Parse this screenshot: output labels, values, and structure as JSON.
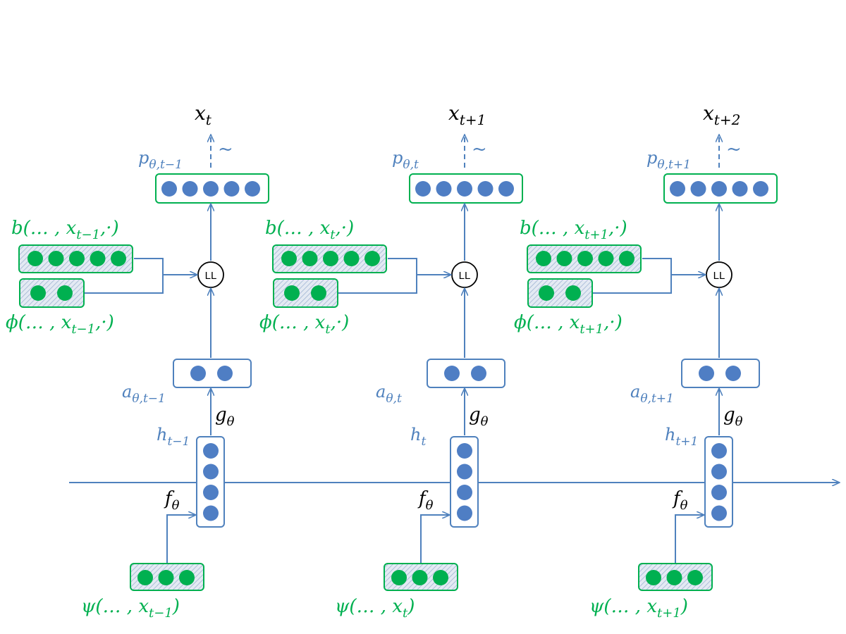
{
  "colors": {
    "blue": "#4f81bd",
    "blue_node": "#4f7ec4",
    "green": "#00b050",
    "green_node": "#00b050",
    "hatch_bg": "#d9e3f0",
    "black": "#000000"
  },
  "ll_label": "LL",
  "steps": [
    {
      "output": {
        "base": "x",
        "sub": "t"
      },
      "prob": {
        "base": "p",
        "sub": "θ,t−1"
      },
      "b_label": {
        "pre": "b(… , x",
        "sub": "t−1",
        "post": ",·)"
      },
      "phi_label": {
        "pre": "ϕ(… , x",
        "sub": "t−1",
        "post": ",·)"
      },
      "a_label": {
        "base": "a",
        "sub": "θ,t−1"
      },
      "h_label": {
        "base": "h",
        "sub": "t−1"
      },
      "psi_label": {
        "pre": "ψ(… , x",
        "sub": "t−1",
        "post": ")"
      },
      "f_label": {
        "base": "f",
        "sub": "θ"
      },
      "g_label": {
        "base": "g",
        "sub": "θ"
      },
      "tilde": "~"
    },
    {
      "output": {
        "base": "x",
        "sub": "t+1"
      },
      "prob": {
        "base": "p",
        "sub": "θ,t"
      },
      "b_label": {
        "pre": "b(… , x",
        "sub": "t",
        "post": ",·)"
      },
      "phi_label": {
        "pre": "ϕ(… , x",
        "sub": "t",
        "post": ",·)"
      },
      "a_label": {
        "base": "a",
        "sub": "θ,t"
      },
      "h_label": {
        "base": "h",
        "sub": "t"
      },
      "psi_label": {
        "pre": "ψ(… , x",
        "sub": "t",
        "post": ")"
      },
      "f_label": {
        "base": "f",
        "sub": "θ"
      },
      "g_label": {
        "base": "g",
        "sub": "θ"
      },
      "tilde": "~"
    },
    {
      "output": {
        "base": "x",
        "sub": "t+2"
      },
      "prob": {
        "base": "p",
        "sub": "θ,t+1"
      },
      "b_label": {
        "pre": "b(… , x",
        "sub": "t+1",
        "post": ",·)"
      },
      "phi_label": {
        "pre": "ϕ(… , x",
        "sub": "t+1",
        "post": ",·)"
      },
      "a_label": {
        "base": "a",
        "sub": "θ,t+1"
      },
      "h_label": {
        "base": "h",
        "sub": "t+1"
      },
      "psi_label": {
        "pre": "ψ(… , x",
        "sub": "t+1",
        "post": ")"
      },
      "f_label": {
        "base": "f",
        "sub": "θ"
      },
      "g_label": {
        "base": "g",
        "sub": "θ"
      },
      "tilde": "~"
    }
  ]
}
